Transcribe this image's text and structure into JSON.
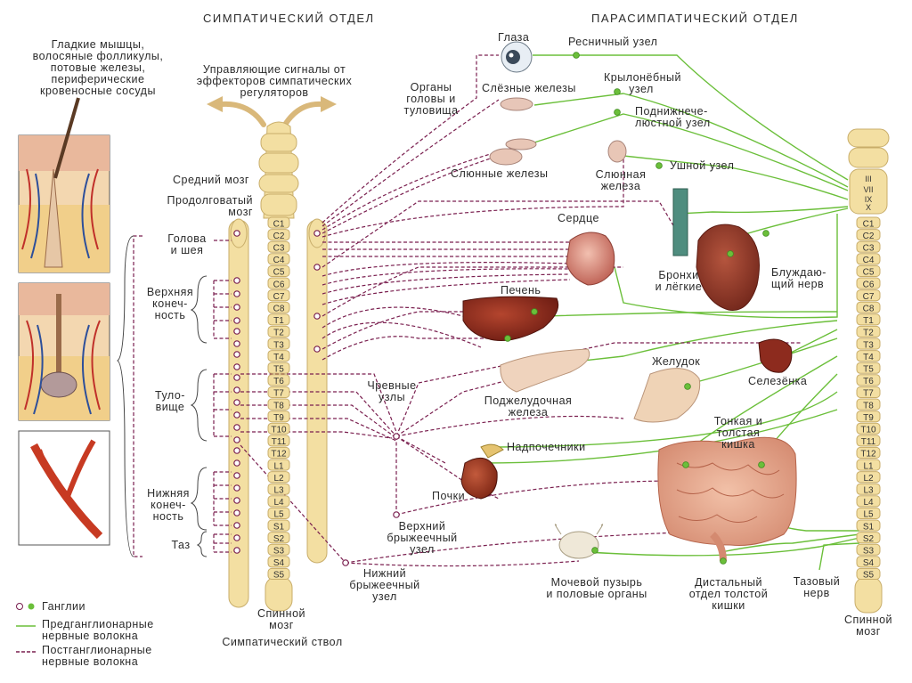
{
  "headers": {
    "sympathetic": "СИМПАТИЧЕСКИЙ ОТДЕЛ",
    "parasympathetic": "ПАРАСИМПАТИЧЕСКИЙ ОТДЕЛ"
  },
  "left_labels": {
    "smooth_muscles": "Гладкие мышцы,\nволосяные фолликулы,\nпотовые железы,\nпериферические\nкровеносные сосуды",
    "control_signals": "Управляющие сигналы от\nэффекторов симпатических\nрегуляторов",
    "midbrain": "Средний мозг",
    "medulla": "Продолговатый\nмозг",
    "head_neck": "Голова\nи шея",
    "upper_limb": "Верхняя\nконеч-\nность",
    "trunk": "Туло-\nвище",
    "lower_limb": "Нижняя\nконеч-\nность",
    "pelvis": "Таз",
    "spinal_cord_left": "Спинной\nмозг",
    "sympathetic_trunk": "Симпатический ствол"
  },
  "organ_labels": {
    "organs_head_trunk": "Органы\nголовы и\nтуловища",
    "eyes": "Глаза",
    "ciliary_ganglion": "Ресничный узел",
    "lacrimal_glands": "Слёзные железы",
    "pterygopalatine": "Крылонёбный\nузел",
    "submandibular": "Поднижнече-\nлюстной узел",
    "salivary_glands": "Слюнные железы",
    "salivary_gland": "Слюнная\nжелеза",
    "otic_ganglion": "Ушной узел",
    "heart": "Сердце",
    "bronchi_lungs": "Бронхи\nи лёгкие",
    "vagus": "Блуждаю-\nщий нерв",
    "liver": "Печень",
    "celiac": "Чревные\nузлы",
    "spleen": "Селезёнка",
    "stomach": "Желудок",
    "pancreas": "Поджелудочная\nжелеза",
    "small_large_intestine": "Тонкая и\nтолстая\nкишка",
    "adrenals": "Надпочечники",
    "kidneys": "Почки",
    "superior_mesenteric": "Верхний\nбрыжеечный\nузел",
    "inferior_mesenteric": "Нижний\nбрыжеечный\nузел",
    "bladder": "Мочевой пузырь\nи половые органы",
    "distal_colon": "Дистальный\nотдел толстой\nкишки",
    "pelvic_nerve": "Тазовый\nнерв",
    "spinal_cord_right": "Спинной\nмозг"
  },
  "legend": {
    "ganglia": "Ганглии",
    "pre": "Предганглионарные\nнервные волокна",
    "post": "Постганглионарные\nнервные волокна"
  },
  "segments": [
    "C1",
    "C2",
    "C3",
    "C4",
    "C5",
    "C6",
    "C7",
    "C8",
    "T1",
    "T2",
    "T3",
    "T4",
    "T5",
    "T6",
    "T7",
    "T8",
    "T9",
    "T10",
    "T11",
    "T12",
    "L1",
    "L2",
    "L3",
    "L4",
    "L5",
    "S1",
    "S2",
    "S3",
    "S4",
    "S5"
  ],
  "cranial_nerves": [
    "III",
    "VII",
    "IX",
    "X"
  ],
  "colors": {
    "cord": "#f3dfa2",
    "cord_stroke": "#c8ad6a",
    "sympathetic": "#7a1f4f",
    "parasympathetic": "#6bbf3a",
    "arrow": "#d9b87a"
  }
}
